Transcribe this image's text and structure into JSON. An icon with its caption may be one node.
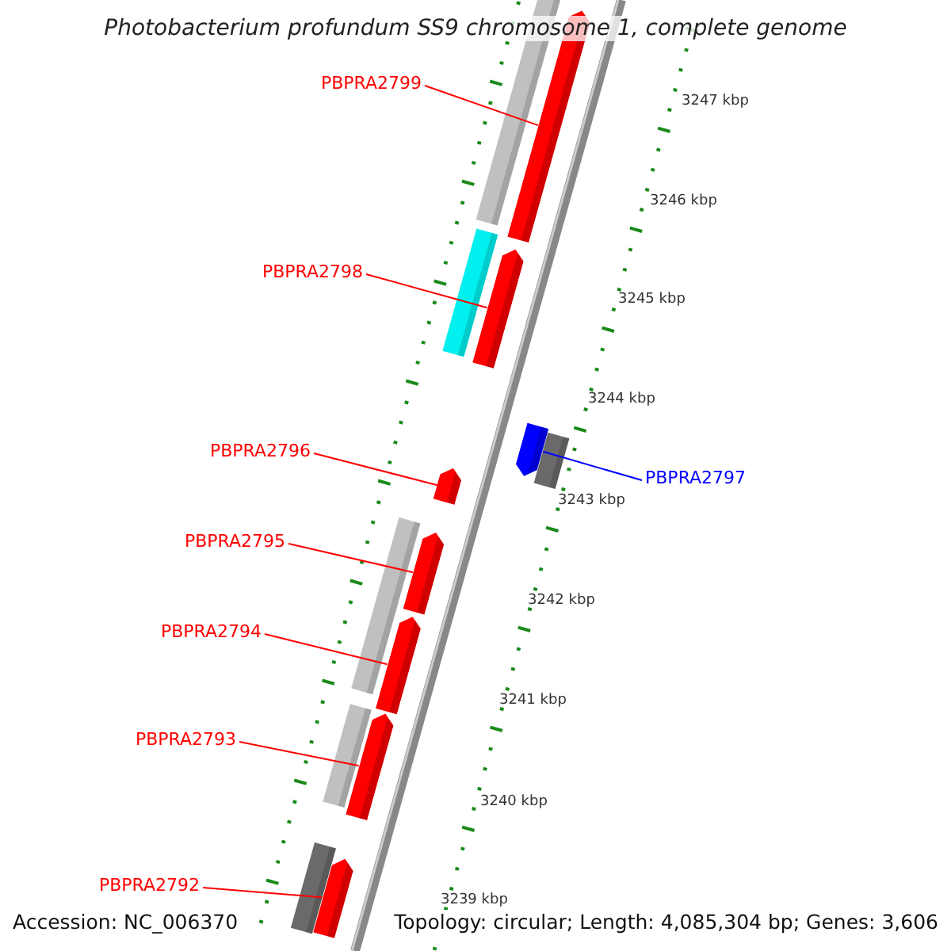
{
  "diagram": {
    "title": "Photobacterium profundum SS9 chromosome 1, complete genome",
    "nodes": [
      {
        "text": [
          "PBPRA2799"
        ]
      },
      {
        "text": [],
        "shape": "pentagon"
      },
      {
        "text": [
          "PBPRA2798"
        ]
      },
      {
        "text": [],
        "shape": "pentagon"
      },
      {
        "text": [
          "PBPRA2797"
        ]
      },
      {
        "text": [],
        "shape": "pentagon"
      },
      {
        "text": [
          "PBPRA2796"
        ]
      },
      {
        "text": [],
        "shape": "pentagon"
      },
      {
        "text": [
          "PBPRA2795"
        ]
      },
      {
        "text": [],
        "shape": "pentagon"
      },
      {
        "text": [
          "PBPRA2794"
        ]
      },
      {
        "text": [],
        "shape": "pentagon"
      },
      {
        "text": [
          "PBPRA2793"
        ]
      },
      {
        "text": [],
        "shape": "pentagon"
      },
      {
        "text": [
          "PBPRA2792"
        ]
      },
      {
        "text": [],
        "shape": "pentagon"
      }
    ],
    "edges": [
      {
        "from": 0,
        "to": 1,
        "arrow": "none"
      },
      {
        "from": 2,
        "to": 3,
        "arrow": "none"
      },
      {
        "from": 4,
        "to": 5,
        "arrow": "none",
        "color": "#0000ff"
      },
      {
        "from": 6,
        "to": 7,
        "arrow": "none"
      },
      {
        "from": 8,
        "to": 9,
        "arrow": "none"
      },
      {
        "from": 10,
        "to": 11,
        "arrow": "none"
      },
      {
        "from": 12,
        "to": 13,
        "arrow": "none"
      },
      {
        "from": 14,
        "to": 15,
        "arrow": "none"
      }
    ],
    "labels": [
      "3247 kbp",
      "3246 kbp",
      "3245 kbp",
      "3244 kbp",
      "3243 kbp",
      "3242 kbp",
      "3241 kbp",
      "3240 kbp",
      "3239 kbp",
      "Accession: NC_006370",
      "Topology: circular; Length: 4,085,304 bp; Genes: 3,606"
    ]
  }
}
